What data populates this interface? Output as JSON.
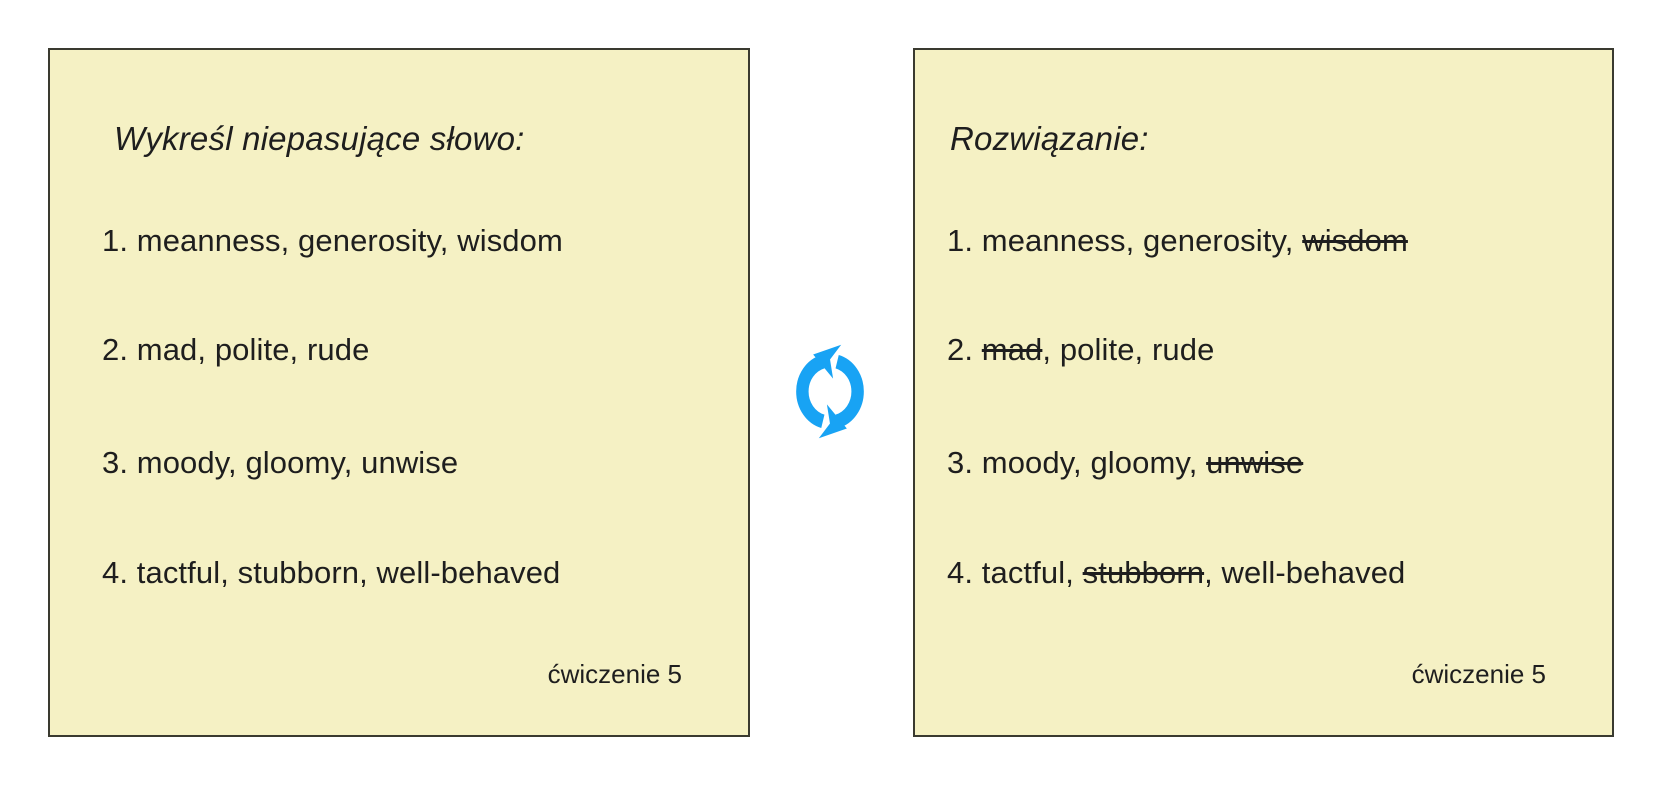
{
  "exercise_card": {
    "title": "Wykreśl niepasujące słowo:",
    "items": [
      {
        "label": "1.",
        "words": [
          "meanness",
          "generosity",
          "wisdom"
        ],
        "struck": -1
      },
      {
        "label": "2.",
        "words": [
          "mad",
          "polite",
          "rude"
        ],
        "struck": -1
      },
      {
        "label": "3.",
        "words": [
          "moody",
          "gloomy",
          "unwise"
        ],
        "struck": -1
      },
      {
        "label": "4.",
        "words": [
          "tactful",
          "stubborn",
          "well-behaved"
        ],
        "struck": -1
      }
    ],
    "footer": "ćwiczenie 5"
  },
  "solution_card": {
    "title": "Rozwiązanie:",
    "items": [
      {
        "label": "1.",
        "words": [
          "meanness",
          "generosity",
          "wisdom"
        ],
        "struck": 2
      },
      {
        "label": "2.",
        "words": [
          "mad",
          "polite",
          "rude"
        ],
        "struck": 0
      },
      {
        "label": "3.",
        "words": [
          "moody",
          "gloomy",
          "unwise"
        ],
        "struck": 2
      },
      {
        "label": "4.",
        "words": [
          "tactful",
          "stubborn",
          "well-behaved"
        ],
        "struck": 1
      }
    ],
    "footer": "ćwiczenie 5"
  },
  "flip_icon": {
    "name": "sync-arrows",
    "color": "#18a3f4"
  },
  "colors": {
    "page_bg": "#ffffff",
    "card_bg": "#f5f1c4",
    "card_border": "#3a3a30",
    "text": "#1e1e1e",
    "accent": "#18a3f4"
  }
}
